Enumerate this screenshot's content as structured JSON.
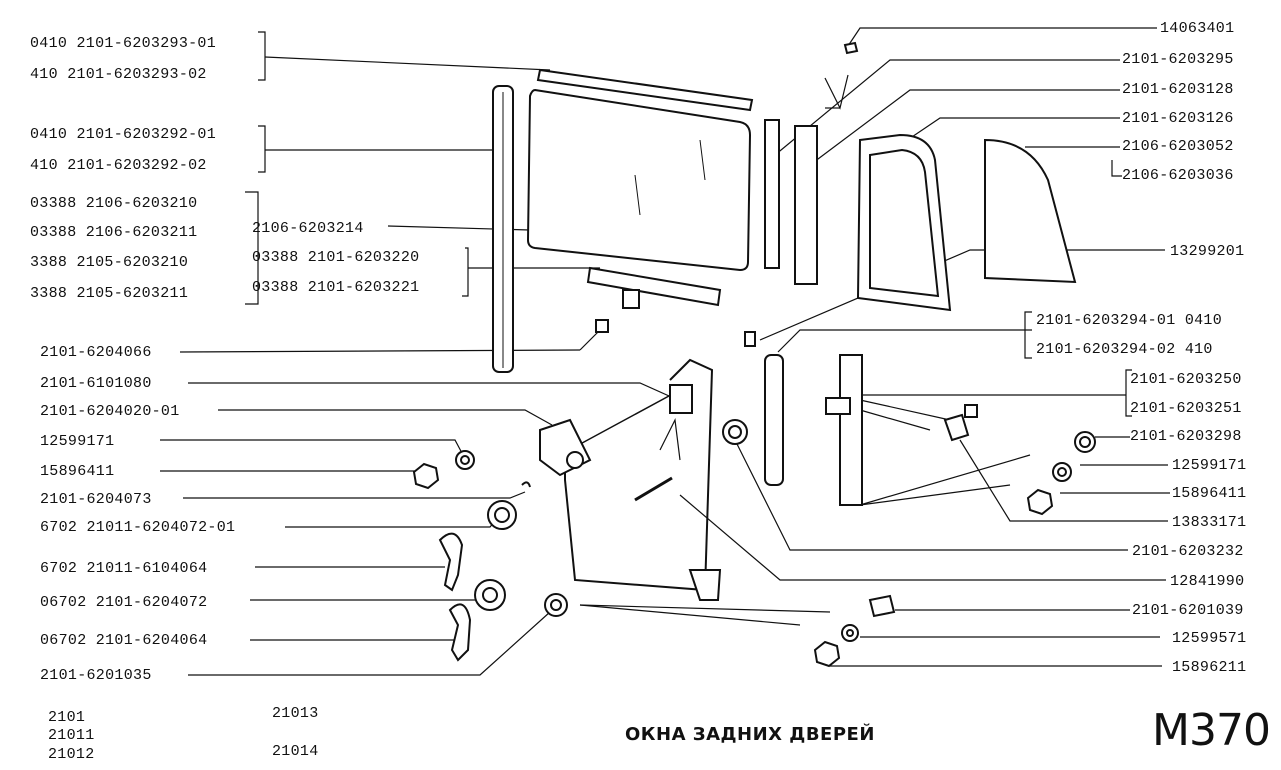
{
  "title": "ОКНА ЗАДНИХ ДВЕРЕЙ",
  "sheet_code": "M370",
  "models": [
    "2101",
    "21011",
    "21012",
    "21013",
    "21014"
  ],
  "left_labels": [
    "0410  2101-6203293-01",
    "410   2101-6203293-02",
    "0410  2101-6203292-01",
    "410   2101-6203292-02",
    "03388  2106-6203210",
    "03388  2106-6203211",
    "3388   2105-6203210",
    "3388   2105-6203211",
    "2101-6204066",
    "2101-6101080",
    "2101-6204020-01",
    "12599171",
    "15896411",
    "2101-6204073",
    "6702  21011-6204072-01",
    "6702  21011-6104064",
    "06702  2101-6204072",
    "06702  2101-6204064",
    "2101-6201035"
  ],
  "center_labels": [
    "2106-6203214",
    "03388  2101-6203220",
    "03388  2101-6203221"
  ],
  "right_labels": [
    "14063401",
    "2101-6203295",
    "2101-6203128",
    "2101-6203126",
    "2106-6203052",
    "2106-6203036",
    "13299201",
    "2101-6203294-01  0410",
    "2101-6203294-02   410",
    "2101-6203250",
    "2101-6203251",
    "2101-6203298",
    "12599171",
    "15896411",
    "13833171",
    "2101-6203232",
    "12841990",
    "2101-6201039",
    "12599571",
    "15896211"
  ]
}
